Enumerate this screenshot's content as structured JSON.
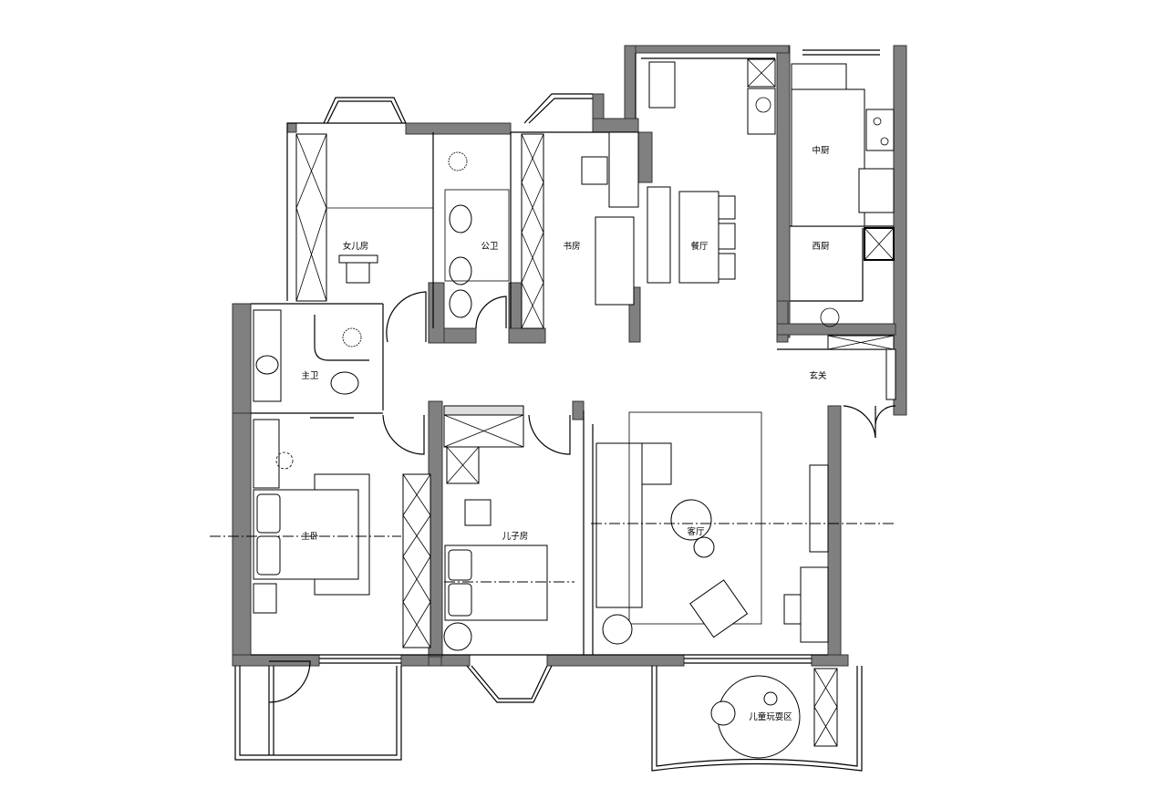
{
  "plan": {
    "rooms": {
      "daughter_room": "女儿房",
      "public_bath": "公卫",
      "study": "书房",
      "dining": "餐厅",
      "chinese_kitchen": "中厨",
      "western_kitchen": "西厨",
      "master_bath": "主卫",
      "entrance": "玄关",
      "master_bedroom": "主卧",
      "son_room": "儿子房",
      "living_room": "客厅",
      "kids_play_area": "儿童玩耍区"
    },
    "colors": {
      "wall": "#808080",
      "line": "#000000",
      "background": "#ffffff"
    }
  }
}
